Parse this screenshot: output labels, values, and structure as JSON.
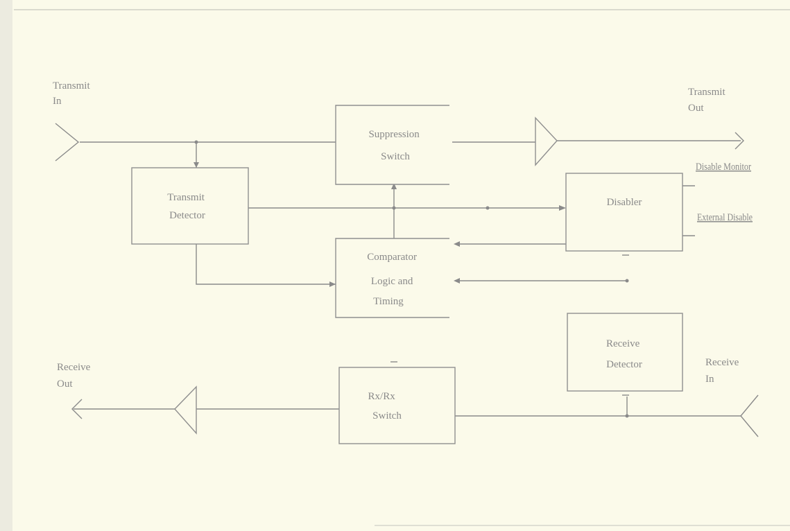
{
  "signals": {
    "transmit_in": [
      "Transmit",
      "In"
    ],
    "transmit_out": [
      "Transmit",
      "Out"
    ],
    "receive_out": [
      "Receive",
      "Out"
    ],
    "receive_in": [
      "Receive",
      "In"
    ],
    "disable_monitor": "Disable Monitor",
    "external_disable": "External Disable"
  },
  "blocks": {
    "transmit_detector": [
      "Transmit",
      "Detector"
    ],
    "suppression_switch": [
      "Suppression",
      "Switch"
    ],
    "disabler": "Disabler",
    "comparator_logic_timing": [
      "Comparator",
      "Logic and",
      "Timing"
    ],
    "receive_detector": [
      "Receive",
      "Detector"
    ],
    "rx_switch": [
      "Rx/Rx",
      "Switch"
    ]
  },
  "colors": {
    "background": "#fbfaea",
    "line": "#8a8a8a"
  }
}
